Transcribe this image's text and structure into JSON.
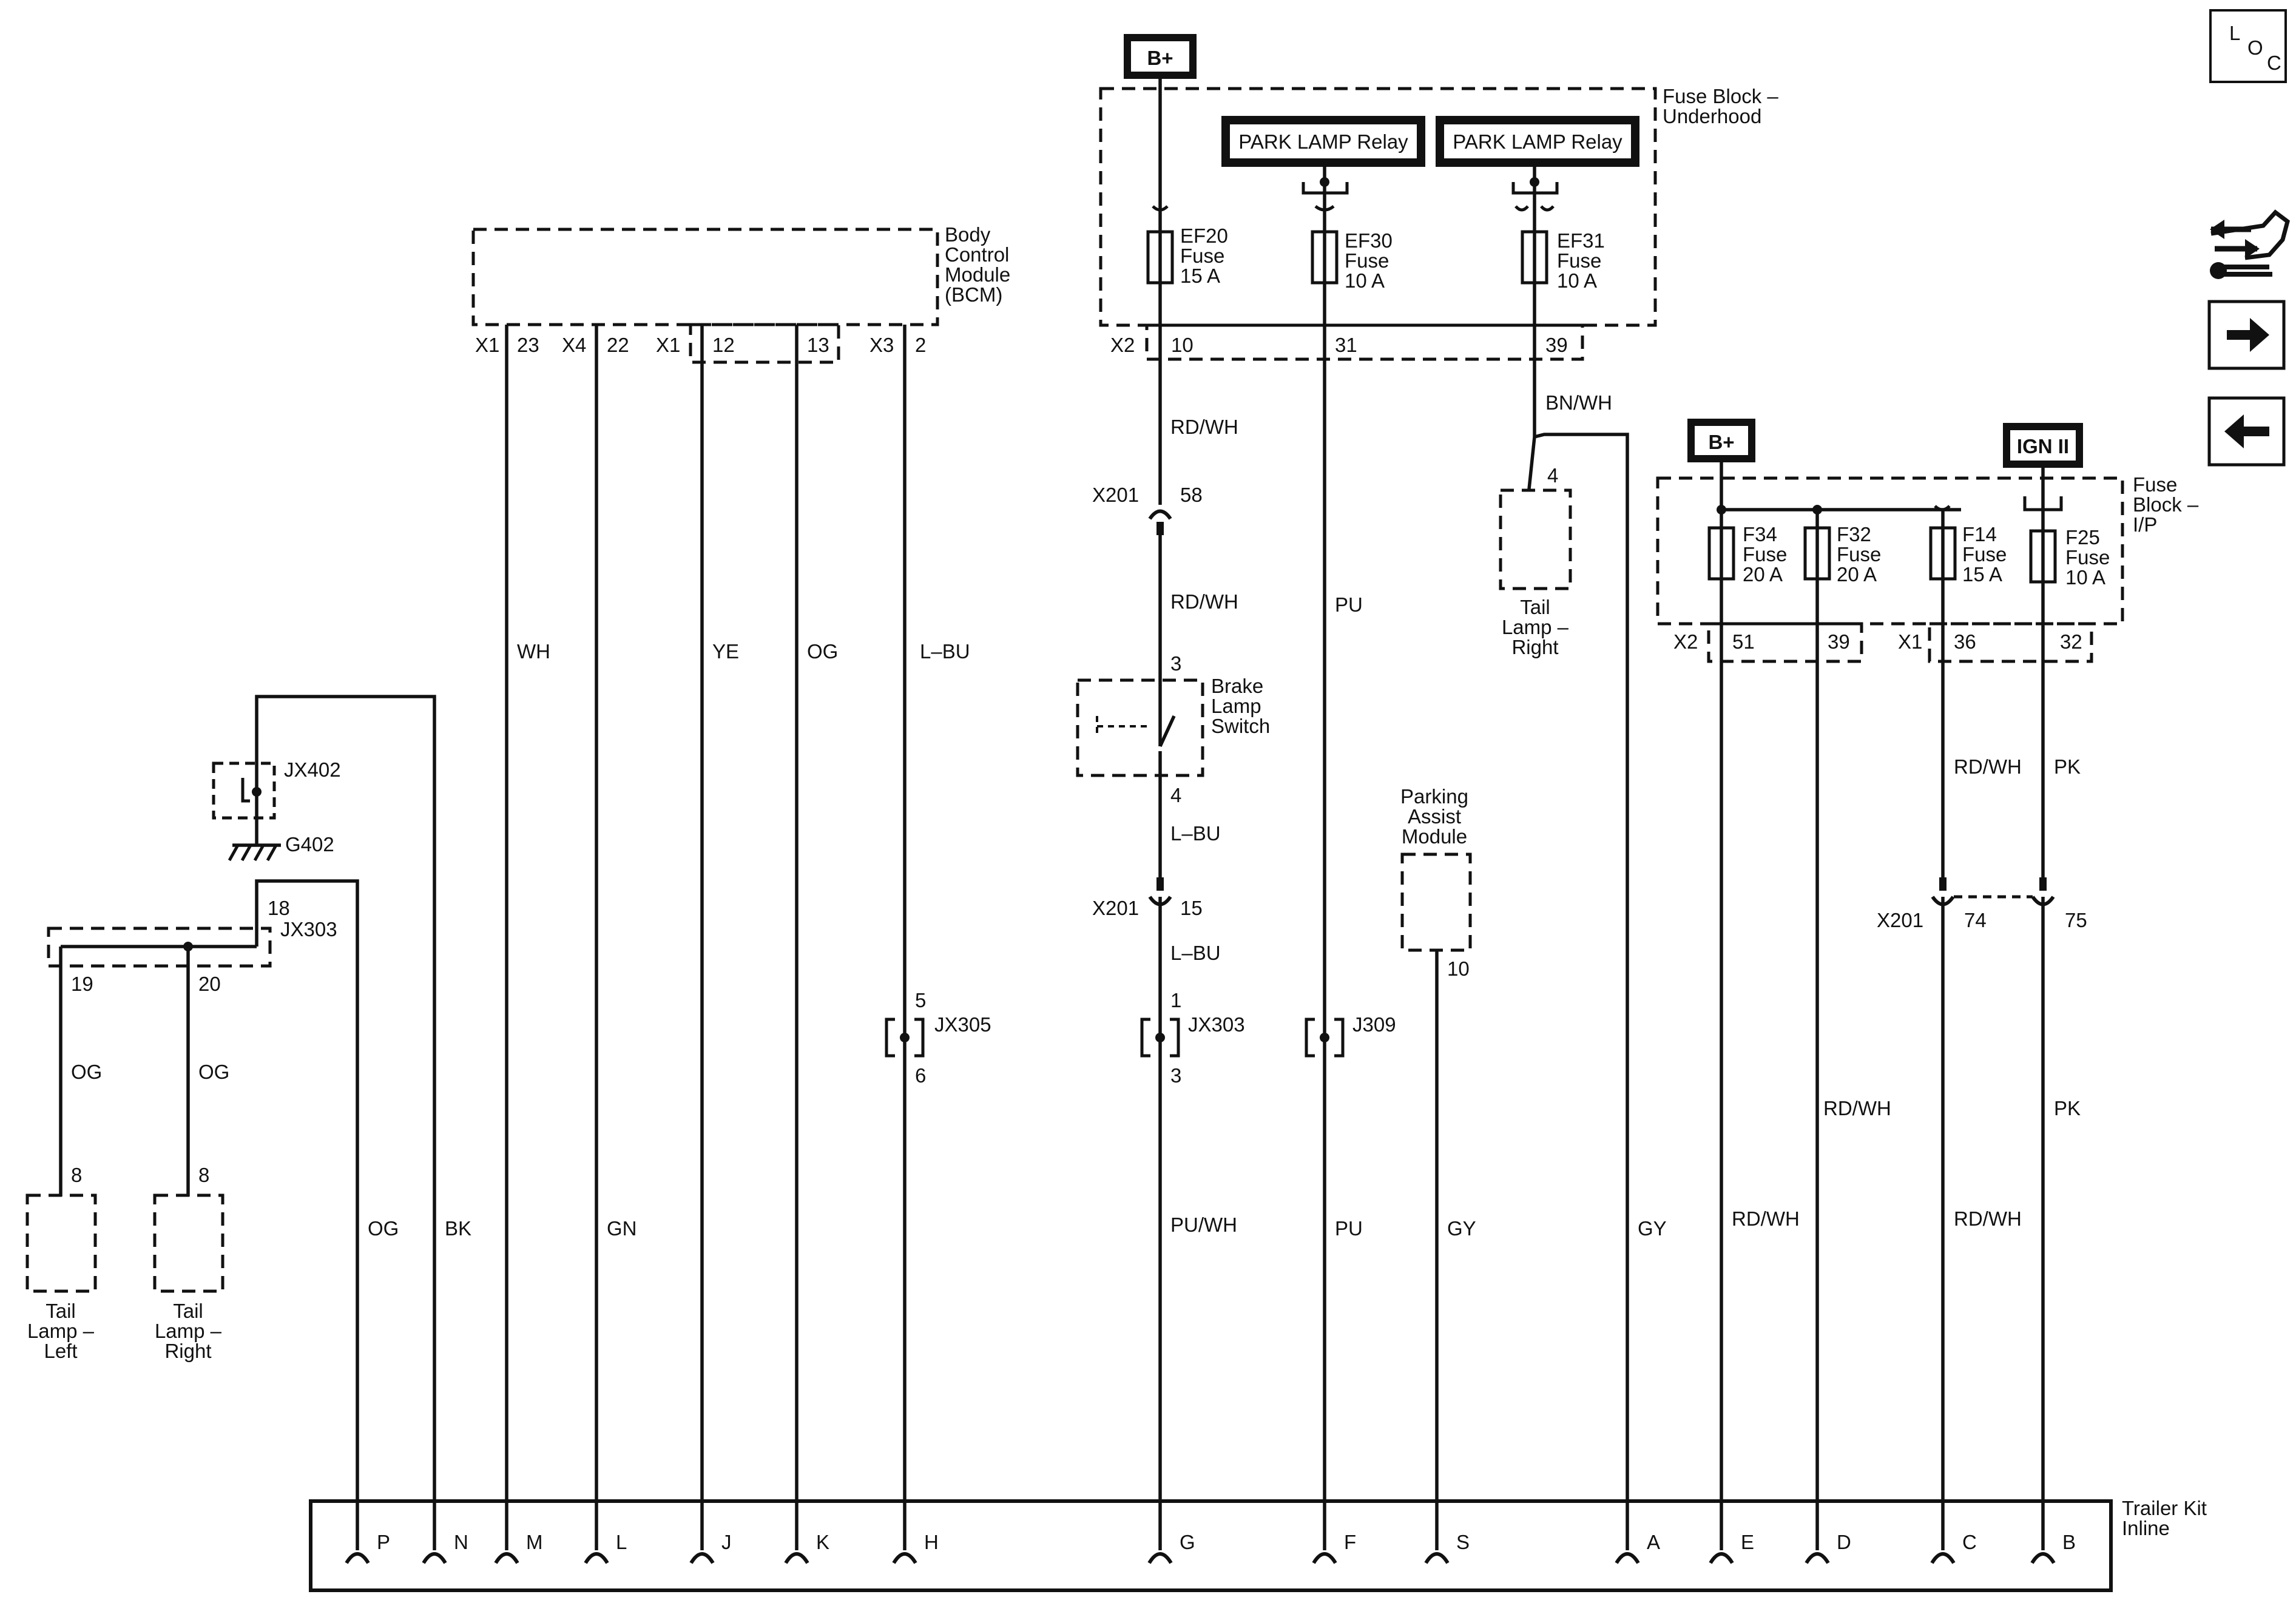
{
  "sources": {
    "b_plus_top": "B+",
    "park_lamp_relay_1": "PARK LAMP Relay",
    "park_lamp_relay_2": "PARK LAMP Relay",
    "b_plus_ip": "B+",
    "ign_ii": "IGN II"
  },
  "nav": {
    "loc_l": "L",
    "loc_o": "O",
    "loc_c": "C"
  },
  "modules": {
    "fuse_block_underhood": [
      "Fuse Block –",
      "Underhood"
    ],
    "bcm": [
      "Body",
      "Control",
      "Module",
      "(BCM)"
    ],
    "fuse_block_ip": [
      "Fuse",
      "Block –",
      "I/P"
    ],
    "brake_lamp_switch": [
      "Brake",
      "Lamp",
      "Switch"
    ],
    "parking_assist": [
      "Parking",
      "Assist",
      "Module"
    ],
    "tail_lamp_right_top": [
      "Tail",
      "Lamp –",
      "Right"
    ],
    "tail_lamp_left": [
      "Tail",
      "Lamp –",
      "Left"
    ],
    "tail_lamp_right_bottom": [
      "Tail",
      "Lamp –",
      "Right"
    ],
    "trailer_kit": [
      "Trailer Kit",
      "Inline"
    ]
  },
  "fuses": {
    "ef20": [
      "EF20",
      "Fuse",
      "15 A"
    ],
    "ef30": [
      "EF30",
      "Fuse",
      "10 A"
    ],
    "ef31": [
      "EF31",
      "Fuse",
      "10 A"
    ],
    "f34": [
      "F34",
      "Fuse",
      "20 A"
    ],
    "f32": [
      "F32",
      "Fuse",
      "20 A"
    ],
    "f14": [
      "F14",
      "Fuse",
      "15 A"
    ],
    "f25": [
      "F25",
      "Fuse",
      "10 A"
    ]
  },
  "connectors": {
    "x1_23": "X1",
    "pin_23": "23",
    "x4_22": "X4",
    "pin_22": "22",
    "x1_12": "X1",
    "pin_12": "12",
    "pin_13": "13",
    "x3_2": "X3",
    "pin_2": "2",
    "x2_10": "X2",
    "pin_10": "10",
    "pin_31": "31",
    "pin_39_uh": "39",
    "x2_51": "X2",
    "pin_51": "51",
    "pin_39_ip": "39",
    "x1_36": "X1",
    "pin_36": "36",
    "pin_32": "32",
    "x201_58": "X201",
    "pin_58": "58",
    "x201_15": "X201",
    "pin_15": "15",
    "x201_74": "X201",
    "pin_74": "74",
    "pin_75": "75",
    "tail_right_pin": "4",
    "switch_pin_3": "3",
    "switch_pin_4": "4",
    "jx305": "JX305",
    "jx305_5": "5",
    "jx305_6": "6",
    "jx303_g": "JX303",
    "jx303_g_1": "1",
    "jx303_g_3": "3",
    "j309": "J309",
    "pam_pin": "10",
    "jx402": "JX402",
    "g402": "G402",
    "jx303_l": "JX303",
    "jx303_18": "18",
    "jx303_19": "19",
    "jx303_20": "20",
    "tail_left_pin": "8",
    "tail_right2_pin": "8"
  },
  "wire_colors": {
    "w_23": "WH",
    "w_12": "YE",
    "w_13": "OG",
    "w_2": "L–BU",
    "w_ef20_a": "RD/WH",
    "w_ef20_b": "RD/WH",
    "w_switch_out": "L–BU",
    "w_x201_15": "L–BU",
    "w_ef30": "PU",
    "w_ef31": "BN/WH",
    "w_f14": "RD/WH",
    "w_f25": "PK",
    "w_og_left": "OG",
    "w_og_right": "OG",
    "w_f32": "RD/WH",
    "w_f25_low": "PK",
    "w_p": "OG",
    "w_n": "BK",
    "w_l": "GN",
    "w_g": "PU/WH",
    "w_f": "PU",
    "w_s": "GY",
    "w_a": "GY",
    "w_e": "RD/WH",
    "w_c": "RD/WH"
  },
  "trailer_pins": [
    {
      "pin": "P"
    },
    {
      "pin": "N"
    },
    {
      "pin": "M"
    },
    {
      "pin": "L"
    },
    {
      "pin": "J"
    },
    {
      "pin": "K"
    },
    {
      "pin": "H"
    },
    {
      "pin": "G"
    },
    {
      "pin": "F"
    },
    {
      "pin": "S"
    },
    {
      "pin": "A"
    },
    {
      "pin": "E"
    },
    {
      "pin": "D"
    },
    {
      "pin": "C"
    },
    {
      "pin": "B"
    }
  ]
}
